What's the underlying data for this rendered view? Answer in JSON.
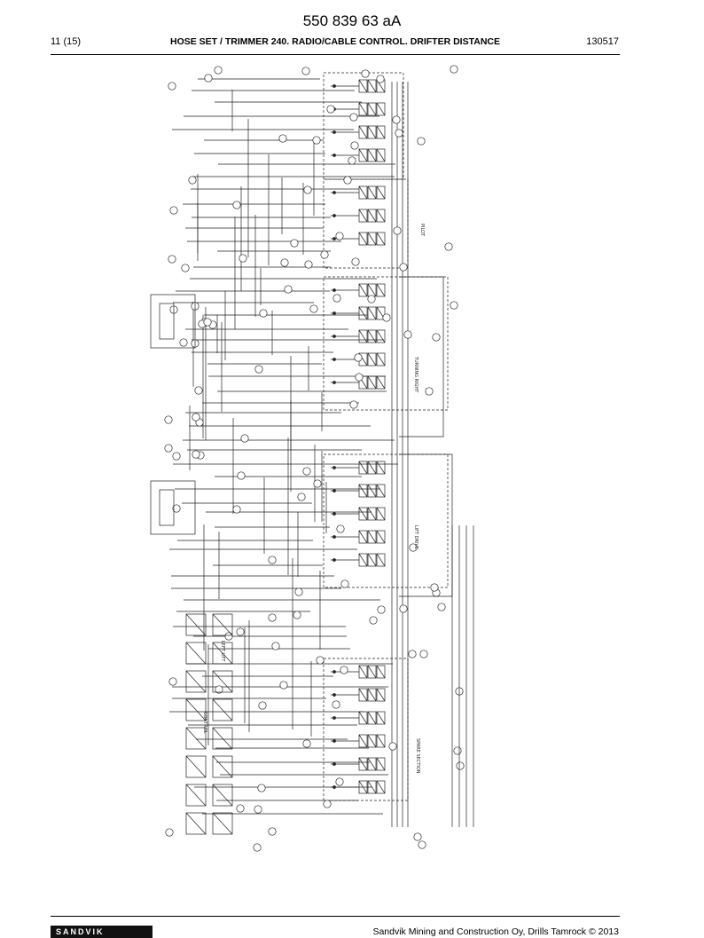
{
  "header": {
    "doc_number": "550 839 63 aA",
    "page_label": "11 (15)",
    "title": "HOSE SET / TRIMMER 240. RADIO/CABLE CONTROL. DRIFTER DISTANCE",
    "date": "130517"
  },
  "schematic": {
    "section_labels": [
      "TURNING RIGHT",
      "LIFT DRIVE",
      "LEFT LIFT",
      "SPARE SECTION",
      "PILOT",
      "CONTROL"
    ]
  },
  "footer": {
    "logo": "SANDVIK",
    "copyright": "Sandvik Mining and Construction Oy, Drills Tamrock © 2013"
  }
}
